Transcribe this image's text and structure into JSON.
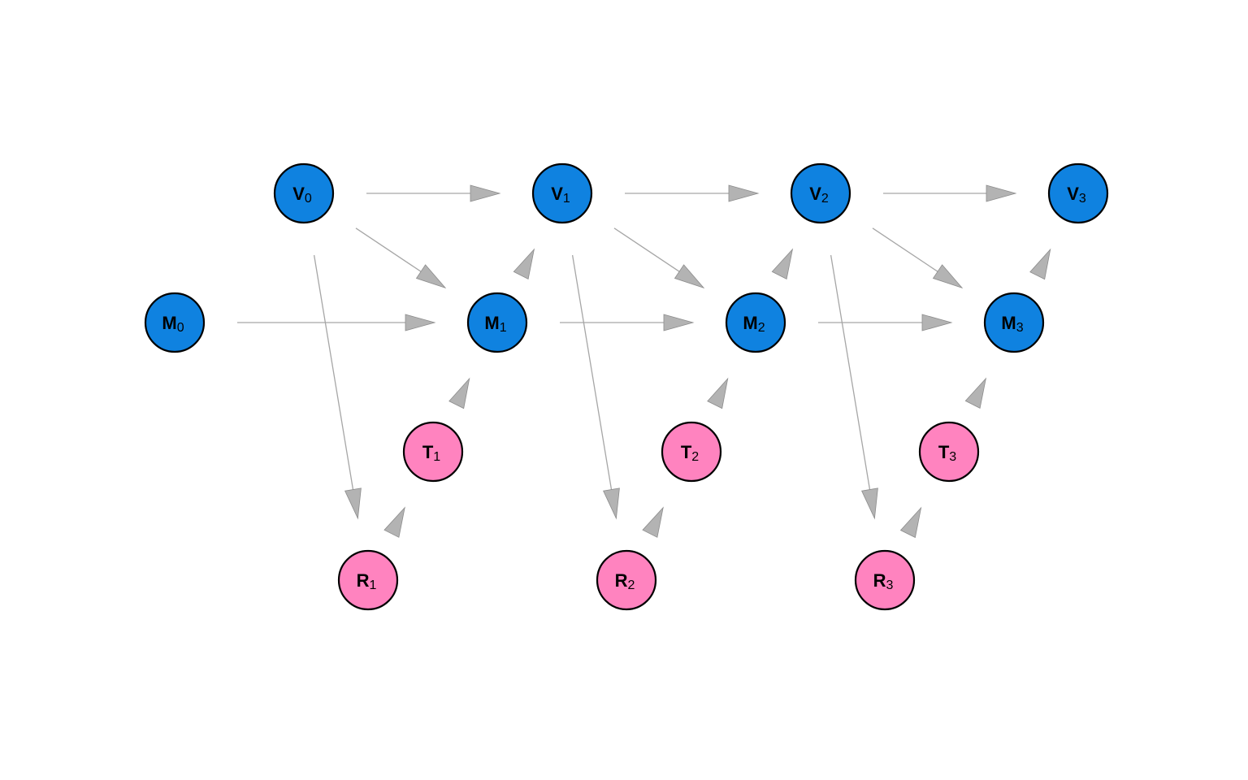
{
  "colors": {
    "blue_node": "#0f82e0",
    "pink_node": "#ff83bf",
    "edge": "#a6a6a6",
    "arrowhead": "#b3b3b3"
  },
  "nodes": [
    {
      "id": "V0",
      "letter": "V",
      "index": "0",
      "group": "blue"
    },
    {
      "id": "V1",
      "letter": "V",
      "index": "1",
      "group": "blue"
    },
    {
      "id": "V2",
      "letter": "V",
      "index": "2",
      "group": "blue"
    },
    {
      "id": "V3",
      "letter": "V",
      "index": "3",
      "group": "blue"
    },
    {
      "id": "M0",
      "letter": "M",
      "index": "0",
      "group": "blue"
    },
    {
      "id": "M1",
      "letter": "M",
      "index": "1",
      "group": "blue"
    },
    {
      "id": "M2",
      "letter": "M",
      "index": "2",
      "group": "blue"
    },
    {
      "id": "M3",
      "letter": "M",
      "index": "3",
      "group": "blue"
    },
    {
      "id": "T1",
      "letter": "T",
      "index": "1",
      "group": "pink"
    },
    {
      "id": "T2",
      "letter": "T",
      "index": "2",
      "group": "pink"
    },
    {
      "id": "T3",
      "letter": "T",
      "index": "3",
      "group": "pink"
    },
    {
      "id": "R1",
      "letter": "R",
      "index": "1",
      "group": "pink"
    },
    {
      "id": "R2",
      "letter": "R",
      "index": "2",
      "group": "pink"
    },
    {
      "id": "R3",
      "letter": "R",
      "index": "3",
      "group": "pink"
    }
  ],
  "edges": [
    {
      "from": "V0",
      "to": "V1"
    },
    {
      "from": "V1",
      "to": "V2"
    },
    {
      "from": "V2",
      "to": "V3"
    },
    {
      "from": "M0",
      "to": "M1"
    },
    {
      "from": "M1",
      "to": "M2"
    },
    {
      "from": "M2",
      "to": "M3"
    },
    {
      "from": "V0",
      "to": "M1"
    },
    {
      "from": "V1",
      "to": "M2"
    },
    {
      "from": "V2",
      "to": "M3"
    },
    {
      "from": "M1",
      "to": "V1"
    },
    {
      "from": "M2",
      "to": "V2"
    },
    {
      "from": "M3",
      "to": "V3"
    },
    {
      "from": "V0",
      "to": "R1"
    },
    {
      "from": "V1",
      "to": "R2"
    },
    {
      "from": "V2",
      "to": "R3"
    },
    {
      "from": "T1",
      "to": "M1"
    },
    {
      "from": "T2",
      "to": "M2"
    },
    {
      "from": "T3",
      "to": "M3"
    },
    {
      "from": "R1",
      "to": "T1"
    },
    {
      "from": "R2",
      "to": "T2"
    },
    {
      "from": "R3",
      "to": "T3"
    }
  ]
}
